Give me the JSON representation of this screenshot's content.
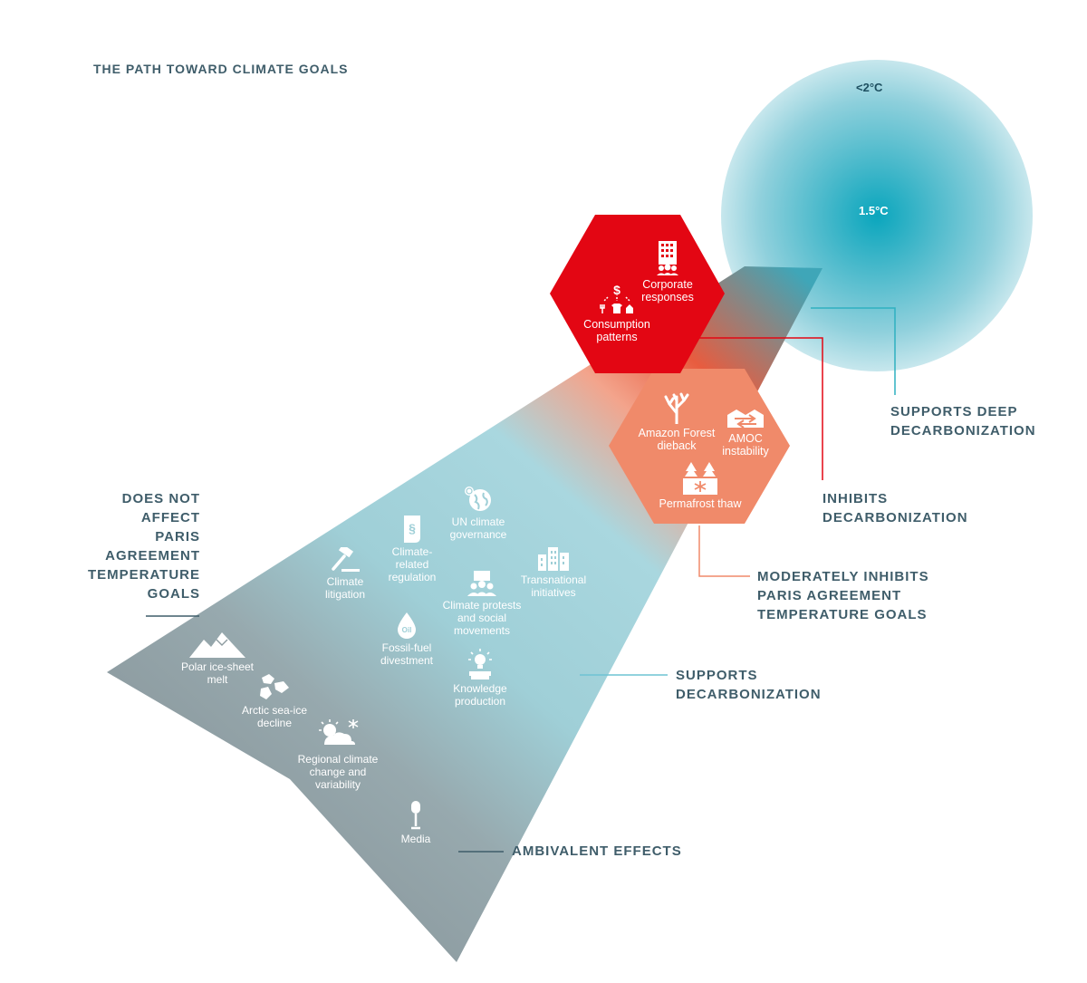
{
  "title": "THE PATH TOWARD CLIMATE GOALS",
  "targets": {
    "outer": "<2°C",
    "inner": "1.5°C"
  },
  "legend": {
    "supports_deep": "SUPPORTS DEEP\nDECARBONIZATION",
    "inhibits": "INHIBITS\nDECARBONIZATION",
    "moderately_inhibits": "MODERATELY INHIBITS\nPARIS AGREEMENT\nTEMPERATURE GOALS",
    "supports": "SUPPORTS\nDECARBONIZATION",
    "ambivalent": "AMBIVALENT EFFECTS",
    "does_not_affect": "DOES NOT\nAFFECT\nPARIS\nAGREEMENT\nTEMPERATURE\nGOALS"
  },
  "red_hex": {
    "corporate": "Corporate\nresponses",
    "consumption": "Consumption\npatterns"
  },
  "salmon_hex": {
    "amazon": "Amazon Forest\ndieback",
    "amoc": "AMOC\ninstability",
    "permafrost": "Permafrost thaw"
  },
  "drivers": {
    "un_governance": "UN climate\ngovernance",
    "regulation": "Climate-\nrelated\nregulation",
    "litigation": "Climate\nlitigation",
    "transnational": "Transnational\ninitiatives",
    "protests": "Climate protests\nand social\nmovements",
    "divestment": "Fossil-fuel\ndivestment",
    "knowledge": "Knowledge\nproduction",
    "media": "Media",
    "polar": "Polar ice-sheet\nmelt",
    "arctic": "Arctic sea-ice\ndecline",
    "regional": "Regional climate\nchange and\nvariability"
  },
  "icon_text": {
    "oil": "Oil",
    "dollar": "$",
    "paragraph": "§"
  },
  "colors": {
    "red": "#e30613",
    "salmon": "#f08a6a",
    "teal": "#2fb0c0",
    "light_teal": "#a9d8e0",
    "grey": "#8c9a9f",
    "label": "#3f5d6a"
  }
}
